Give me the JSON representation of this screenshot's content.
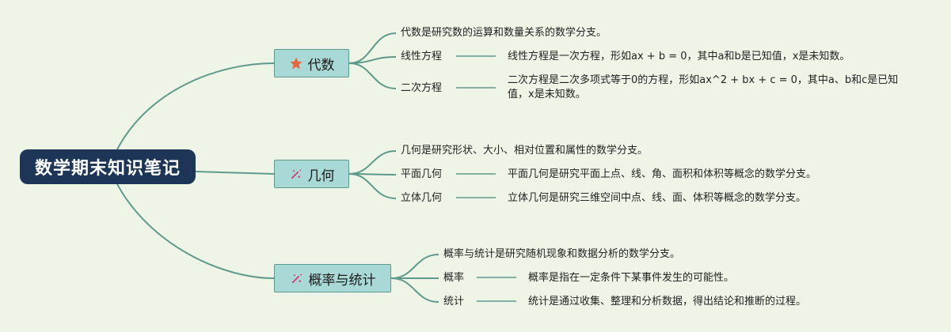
{
  "root": {
    "title": "数学期末知识笔记"
  },
  "branches": [
    {
      "label": "代数",
      "icon": "star-icon",
      "icon_color": "#e8663d",
      "definition": "代数是研究数的运算和数量关系的数学分支。",
      "children": [
        {
          "term": "线性方程",
          "detail": "线性方程是一次方程，形如ax + b = 0，其中a和b是已知值，x是未知数。"
        },
        {
          "term": "二次方程",
          "detail": "二次方程是二次多项式等于0的方程，形如ax^2 + bx + c = 0，其中a、b和c是已知值，x是未知数。"
        }
      ]
    },
    {
      "label": "几何",
      "icon": "magic-wand-icon",
      "icon_color": "#d6336c",
      "definition": "几何是研究形状、大小、相对位置和属性的数学分支。",
      "children": [
        {
          "term": "平面几何",
          "detail": "平面几何是研究平面上点、线、角、面积和体积等概念的数学分支。"
        },
        {
          "term": "立体几何",
          "detail": "立体几何是研究三维空间中点、线、面、体积等概念的数学分支。"
        }
      ]
    },
    {
      "label": "概率与统计",
      "icon": "magic-wand-icon",
      "icon_color": "#d6336c",
      "definition": "概率与统计是研究随机现象和数据分析的数学分支。",
      "children": [
        {
          "term": "概率",
          "detail": "概率是指在一定条件下某事件发生的可能性。"
        },
        {
          "term": "统计",
          "detail": "统计是通过收集、整理和分析数据，得出结论和推断的过程。"
        }
      ]
    }
  ]
}
